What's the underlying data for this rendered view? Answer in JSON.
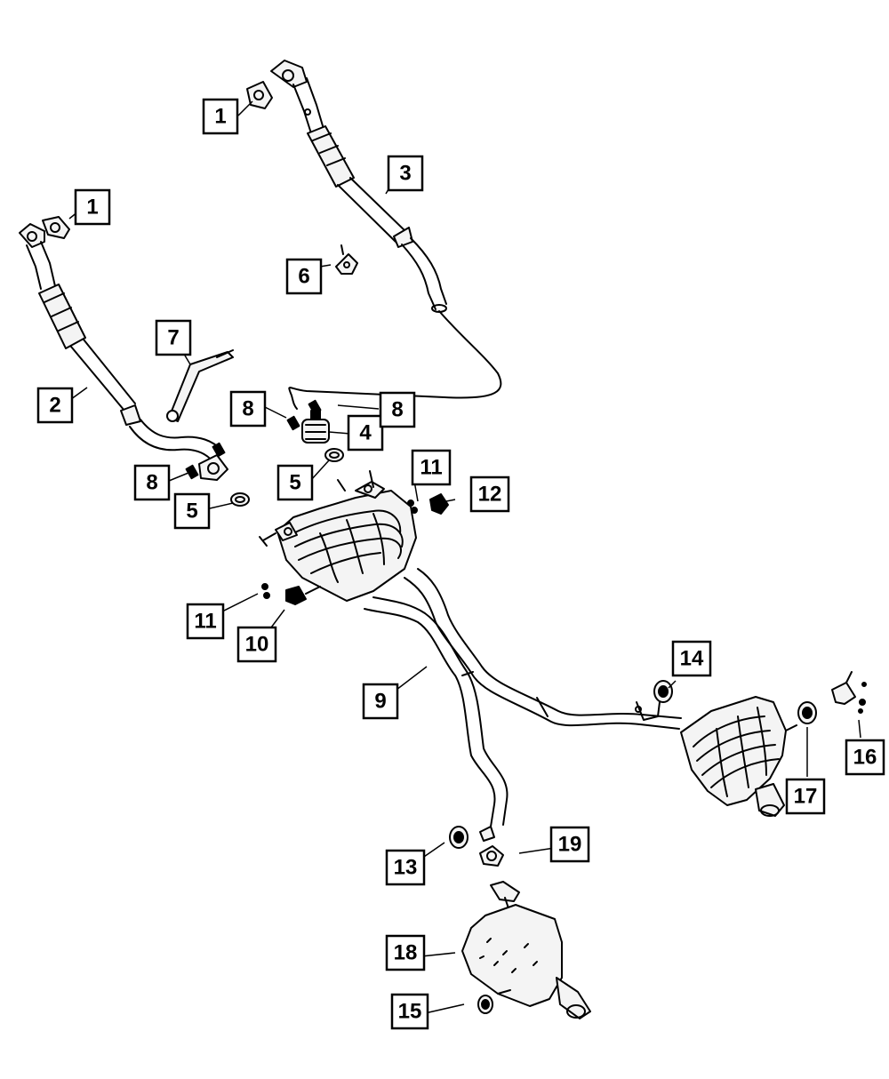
{
  "colors": {
    "ink": "#000000",
    "paper": "#ffffff",
    "part_fill": "#f4f4f4"
  },
  "callouts": [
    {
      "id": "c1a",
      "label": "1"
    },
    {
      "id": "c1b",
      "label": "1"
    },
    {
      "id": "c2",
      "label": "2"
    },
    {
      "id": "c3",
      "label": "3"
    },
    {
      "id": "c4",
      "label": "4"
    },
    {
      "id": "c5a",
      "label": "5"
    },
    {
      "id": "c5b",
      "label": "5"
    },
    {
      "id": "c6",
      "label": "6"
    },
    {
      "id": "c7",
      "label": "7"
    },
    {
      "id": "c8a",
      "label": "8"
    },
    {
      "id": "c8b",
      "label": "8"
    },
    {
      "id": "c8c",
      "label": "8"
    },
    {
      "id": "c9",
      "label": "9"
    },
    {
      "id": "c10",
      "label": "10"
    },
    {
      "id": "c11a",
      "label": "11"
    },
    {
      "id": "c11b",
      "label": "11"
    },
    {
      "id": "c12",
      "label": "12"
    },
    {
      "id": "c13",
      "label": "13"
    },
    {
      "id": "c14",
      "label": "14"
    },
    {
      "id": "c15",
      "label": "15"
    },
    {
      "id": "c16",
      "label": "16"
    },
    {
      "id": "c17",
      "label": "17"
    },
    {
      "id": "c18",
      "label": "18"
    },
    {
      "id": "c19",
      "label": "19"
    }
  ]
}
